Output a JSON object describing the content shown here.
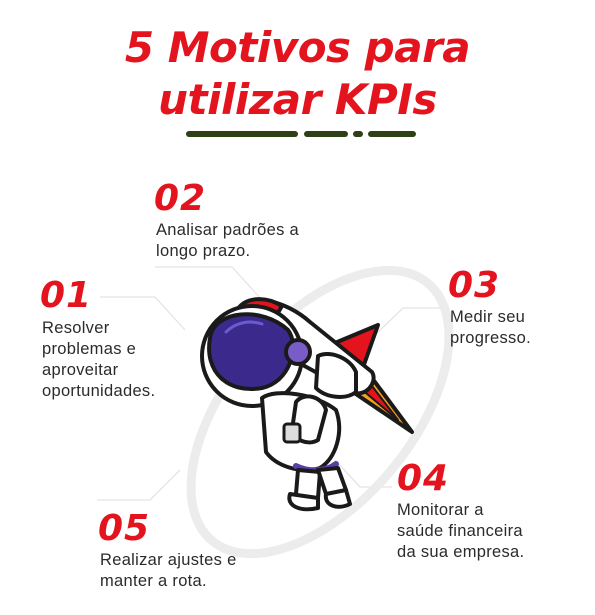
{
  "title": {
    "line1": "5 Motivos para",
    "line2": "utilizar KPIs"
  },
  "colors": {
    "accent": "#e3141e",
    "divider": "#2f4016",
    "text": "#2b2b2b",
    "astronaut_visor": "#3b2a8c"
  },
  "reasons": [
    {
      "number": "01",
      "lines": [
        "Resolver",
        "problemas e",
        "aproveitar",
        "oportunidades."
      ]
    },
    {
      "number": "02",
      "lines": [
        "Analisar padrões a",
        "longo prazo."
      ]
    },
    {
      "number": "03",
      "lines": [
        "Medir seu",
        "progresso."
      ]
    },
    {
      "number": "04",
      "lines": [
        "Monitorar a",
        "saúde financeira",
        "da sua empresa."
      ]
    },
    {
      "number": "05",
      "lines": [
        "Realizar ajustes e",
        "manter a rota."
      ]
    }
  ],
  "illustration": {
    "subject": "astronaut-with-rocket-jetpack-icon"
  }
}
